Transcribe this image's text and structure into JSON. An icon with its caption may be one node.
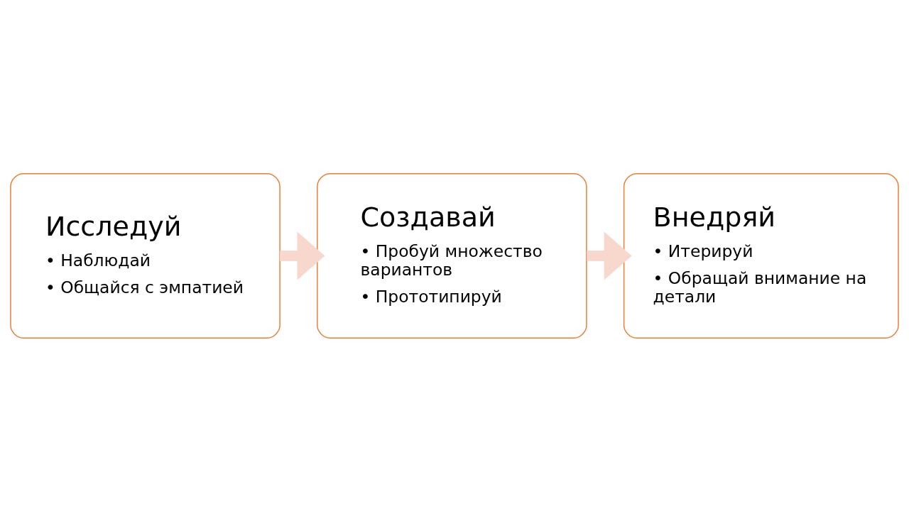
{
  "diagram": {
    "nodes": [
      {
        "text": [
          "Исследуй",
          "• Наблюдай",
          "• Общайся с эмпатией"
        ]
      },
      {
        "text": [
          "Создавай",
          "• Пробуй множество вариантов",
          "• Прототипируй"
        ]
      },
      {
        "text": [
          "Внедряй",
          "• Итерируй",
          "• Обращай внимание на детали"
        ]
      }
    ],
    "edges": [
      {
        "from": 0,
        "to": 1,
        "arrow": "to"
      },
      {
        "from": 1,
        "to": 2,
        "arrow": "to"
      }
    ]
  }
}
